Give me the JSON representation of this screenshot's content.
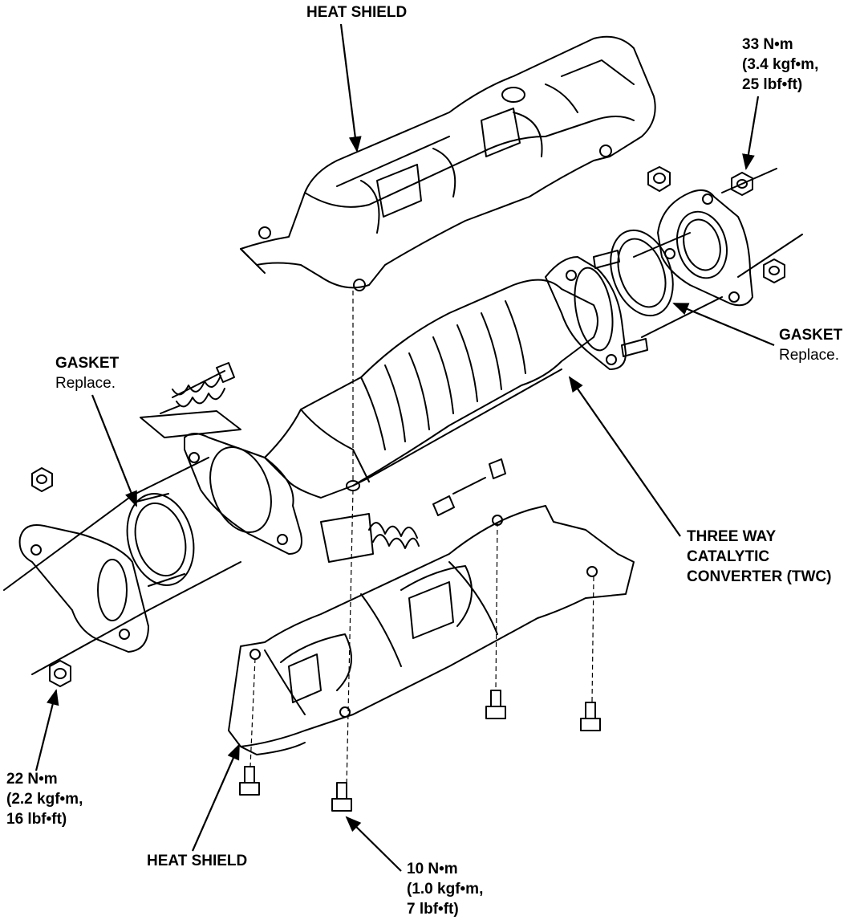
{
  "labels": {
    "heat_shield_top": "HEAT SHIELD",
    "torque_33": {
      "line1": "33 N•m",
      "line2": "(3.4 kgf•m,",
      "line3": "25 lbf•ft)"
    },
    "gasket_right": {
      "title": "GASKET",
      "note": "Replace."
    },
    "gasket_left": {
      "title": "GASKET",
      "note": "Replace."
    },
    "twc": {
      "line1": "THREE WAY",
      "line2": "CATALYTIC",
      "line3": "CONVERTER (TWC)"
    },
    "torque_22": {
      "line1": "22 N•m",
      "line2": "(2.2 kgf•m,",
      "line3": "16 lbf•ft)"
    },
    "heat_shield_bottom": "HEAT SHIELD",
    "torque_10": {
      "line1": "10 N•m",
      "line2": "(1.0 kgf•m,",
      "line3": "7 lbf•ft)"
    }
  },
  "colors": {
    "line": "#000000",
    "background": "#ffffff"
  }
}
